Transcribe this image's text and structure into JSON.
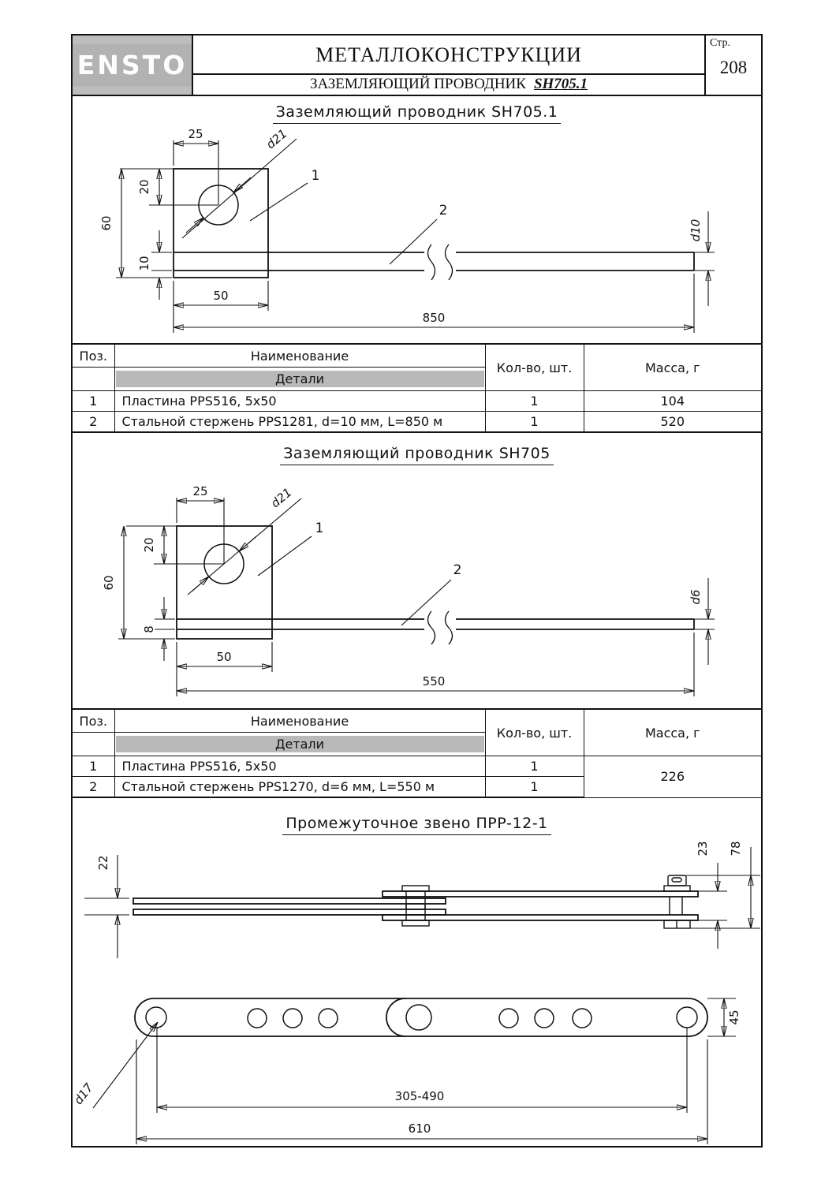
{
  "header": {
    "logo_text": "ENSTO",
    "title": "МЕТАЛЛОКОНСТРУКЦИИ",
    "subtitle": "ЗАЗЕМЛЯЮЩИЙ ПРОВОДНИК",
    "subtitle_code": "SH705.1",
    "page_label": "Стр.",
    "page_number": "208"
  },
  "drawing1": {
    "title": "Заземляющий проводник SH705.1",
    "part_labels": {
      "plate": "1",
      "rod": "2"
    },
    "dims": {
      "plate_top_width": "25",
      "hole_offset": "20",
      "plate_height": "60",
      "rod_offset": "10",
      "plate_width": "50",
      "total_length": "850",
      "hole_diameter": "d21",
      "rod_diameter": "d10"
    }
  },
  "table1": {
    "columns": {
      "pos": "Поз.",
      "name": "Наименование",
      "qty": "Кол-во, шт.",
      "mass": "Масса, г"
    },
    "group_label": "Детали",
    "rows": [
      {
        "pos": "1",
        "name": "Пластина PPS516, 5x50",
        "qty": "1",
        "mass": "104"
      },
      {
        "pos": "2",
        "name": "Стальной стержень PPS1281, d=10 мм, L=850 м",
        "qty": "1",
        "mass": "520"
      }
    ]
  },
  "drawing2": {
    "title": "Заземляющий проводник SH705",
    "part_labels": {
      "plate": "1",
      "rod": "2"
    },
    "dims": {
      "plate_top_width": "25",
      "hole_offset": "20",
      "plate_height": "60",
      "rod_offset": "8",
      "plate_width": "50",
      "total_length": "550",
      "hole_diameter": "d21",
      "rod_diameter": "d6"
    }
  },
  "table2": {
    "columns": {
      "pos": "Поз.",
      "name": "Наименование",
      "qty": "Кол-во, шт.",
      "mass": "Масса, г"
    },
    "group_label": "Детали",
    "mass_total": "226",
    "rows": [
      {
        "pos": "1",
        "name": "Пластина PPS516, 5x50",
        "qty": "1"
      },
      {
        "pos": "2",
        "name": "Стальной стержень PPS1270, d=6 мм, L=550 м",
        "qty": "1"
      }
    ]
  },
  "drawing3": {
    "title": "Промежуточное звено ПРР-12-1",
    "dims": {
      "side_inner": "22",
      "side_outer": "23",
      "side_overall": "78",
      "plate_width": "45",
      "hole_span": "305-490",
      "total_length": "610",
      "hole_diameter": "d17"
    }
  }
}
